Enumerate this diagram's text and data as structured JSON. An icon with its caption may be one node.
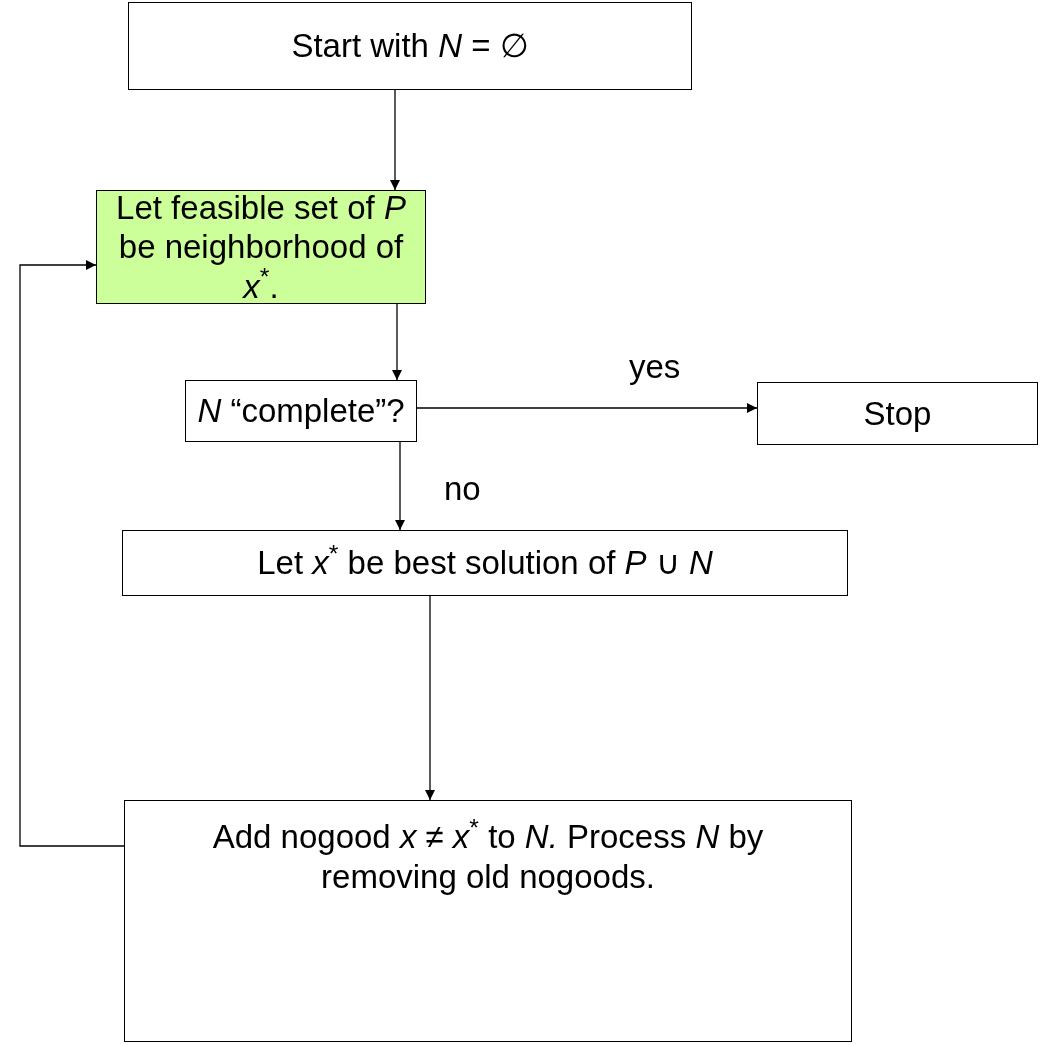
{
  "diagram": {
    "nodes": [
      {
        "text": [
          "Start with *N* = ∅"
        ]
      },
      {
        "text": [
          "Let feasible set of *P* be neighborhood of *x*$^{*}$."
        ]
      },
      {
        "text": [
          "*N* “complete”?"
        ]
      },
      {
        "text": [
          "Stop"
        ]
      },
      {
        "text": [
          "Let *x*$^{*}$ be best solution of *P* ∪ *N*"
        ]
      },
      {
        "text": [
          "Add nogood *x* ≠ *x*$^{*}$ to *N.* Process *N* by removing old nogoods."
        ]
      }
    ],
    "edges": [
      {
        "from": 0,
        "to": 1,
        "arrow": "to"
      },
      {
        "from": 1,
        "to": 2,
        "arrow": "to"
      },
      {
        "from": 2,
        "to": 3,
        "arrow": "to",
        "label": "yes"
      },
      {
        "from": 2,
        "to": 4,
        "arrow": "to",
        "label": "no"
      },
      {
        "from": 4,
        "to": 5,
        "arrow": "to"
      },
      {
        "from": 5,
        "to": 1,
        "arrow": "to"
      }
    ]
  }
}
